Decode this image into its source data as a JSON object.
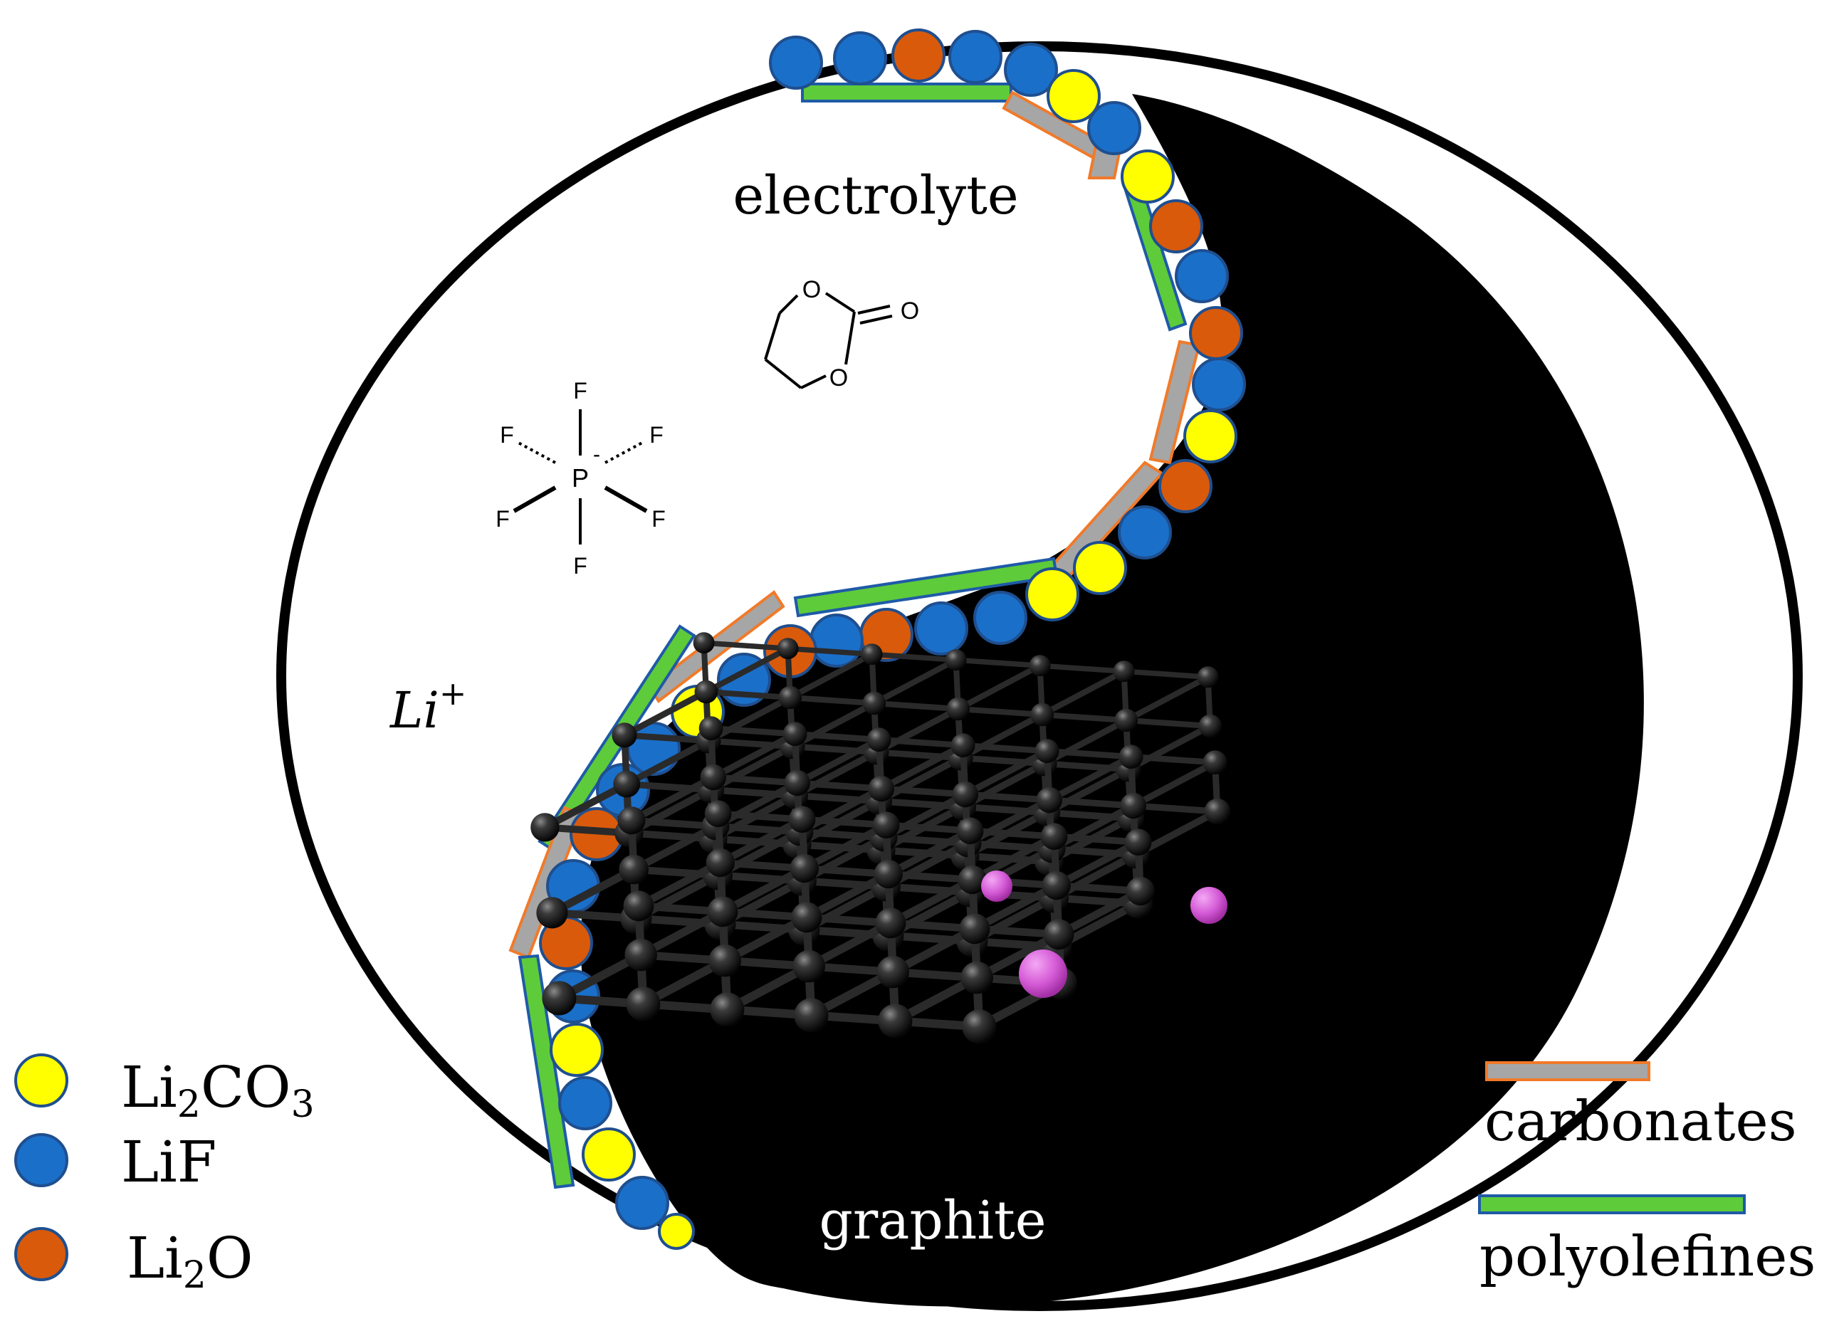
{
  "labels": {
    "electrolyte": "electrolyte",
    "graphite": "graphite",
    "li_ion": {
      "base": "Li",
      "sup": "+"
    }
  },
  "molecules": {
    "ethylene_carbonate": {
      "o1": "O",
      "o2": "O",
      "o3": "O"
    },
    "pf6": {
      "center": "P",
      "charge": "-",
      "ligand": "F"
    }
  },
  "legend_particles": [
    {
      "key": "li2co3",
      "base": "Li",
      "sub1": "2",
      "mid": "CO",
      "sub2": "3",
      "color": "#ffff00"
    },
    {
      "key": "lif",
      "base": "LiF",
      "sub1": "",
      "mid": "",
      "sub2": "",
      "color": "#1a6fc9"
    },
    {
      "key": "li2o",
      "base": "Li",
      "sub1": "2",
      "mid": "O",
      "sub2": "",
      "color": "#d95a0b"
    }
  ],
  "legend_films": {
    "carbonates": {
      "label": "carbonates",
      "fill": "#a6a6a6",
      "edge": "#f07a2a"
    },
    "polyolefines": {
      "label": "polyolefines",
      "fill": "#5ecb3a",
      "edge": "#1f5aa8"
    }
  },
  "colors": {
    "li2co3": "#ffff00",
    "lif": "#1a6fc9",
    "li2o": "#d95a0b",
    "particle_edge": "#1f4f8f",
    "graphite_atom": "#2b2b2b",
    "intercalated_li": "#d45ad6"
  }
}
